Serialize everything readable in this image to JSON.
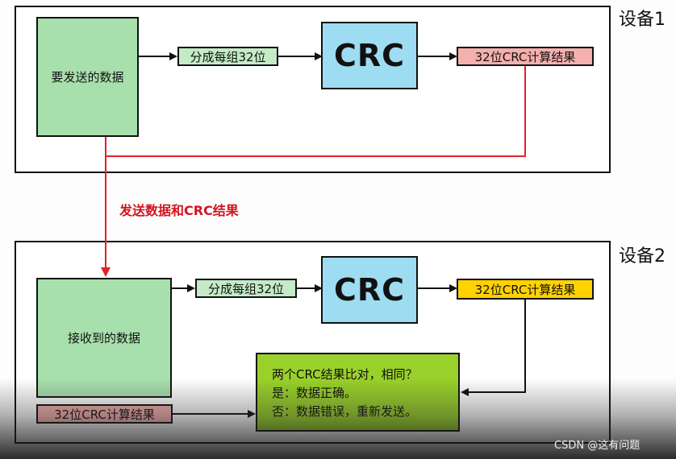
{
  "device1": {
    "label": "设备1",
    "data_box": "要发送的数据",
    "split_box": "分成每组32位",
    "crc_box": "CRC",
    "result_box": "32位CRC计算结果"
  },
  "send_label": "发送数据和CRC结果",
  "device2": {
    "label": "设备2",
    "data_box": "接收到的数据",
    "split_box": "分成每组32位",
    "crc_box": "CRC",
    "result_box": "32位CRC计算结果",
    "received_result": "32位CRC计算结果",
    "compare": {
      "line1": "两个CRC结果比对，相同？",
      "line2": "是：数据正确。",
      "line3": "否：数据错误，重新发送。"
    }
  },
  "watermark": "CSDN @这有问题",
  "colors": {
    "red_line": "#e0232b",
    "data_green": "#a8e0ad",
    "crc_blue": "#9edcf2",
    "result_pink": "#f4b0ad",
    "result_yellow": "#ffd200",
    "compare_green": "#99d12a"
  }
}
